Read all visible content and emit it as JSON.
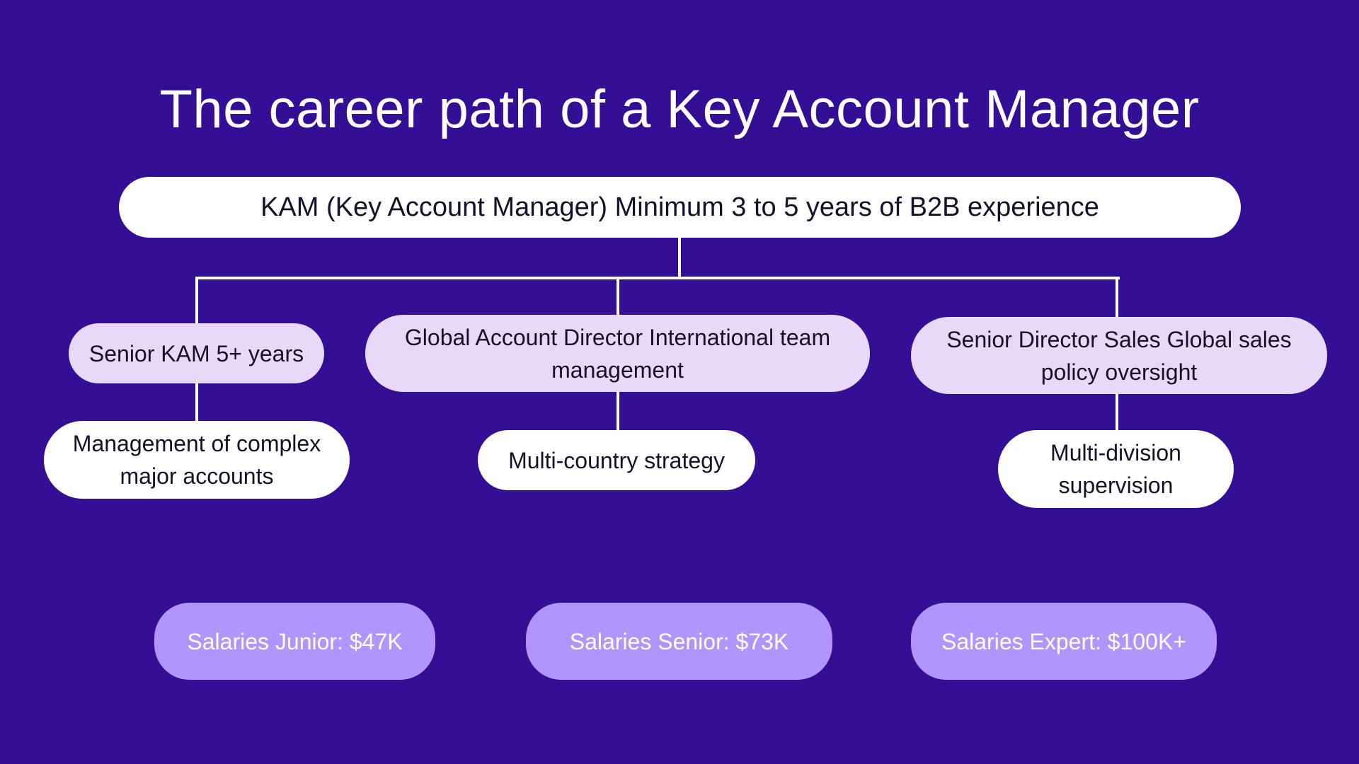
{
  "title": "The career path of a Key Account Manager",
  "root": {
    "label": "KAM (Key Account Manager) Minimum 3 to 5 years of B2B experience"
  },
  "branches": [
    {
      "role": "Senior KAM 5+ years",
      "detail": "Management of complex major accounts"
    },
    {
      "role": "Global Account Director International team management",
      "detail": "Multi-country strategy"
    },
    {
      "role": "Senior Director Sales Global sales policy oversight",
      "detail": "Multi-division supervision"
    }
  ],
  "salaries": [
    {
      "label": "Salaries Junior: $47K"
    },
    {
      "label": "Salaries Senior: $73K"
    },
    {
      "label": "Salaries Expert: $100K+"
    }
  ],
  "colors": {
    "background": "#340F96",
    "root_box": "#FFFFFF",
    "role_box": "#E8D9FA",
    "detail_box": "#FFFFFF",
    "salary_box": "#B095FC",
    "connector": "#FFFFFF"
  }
}
